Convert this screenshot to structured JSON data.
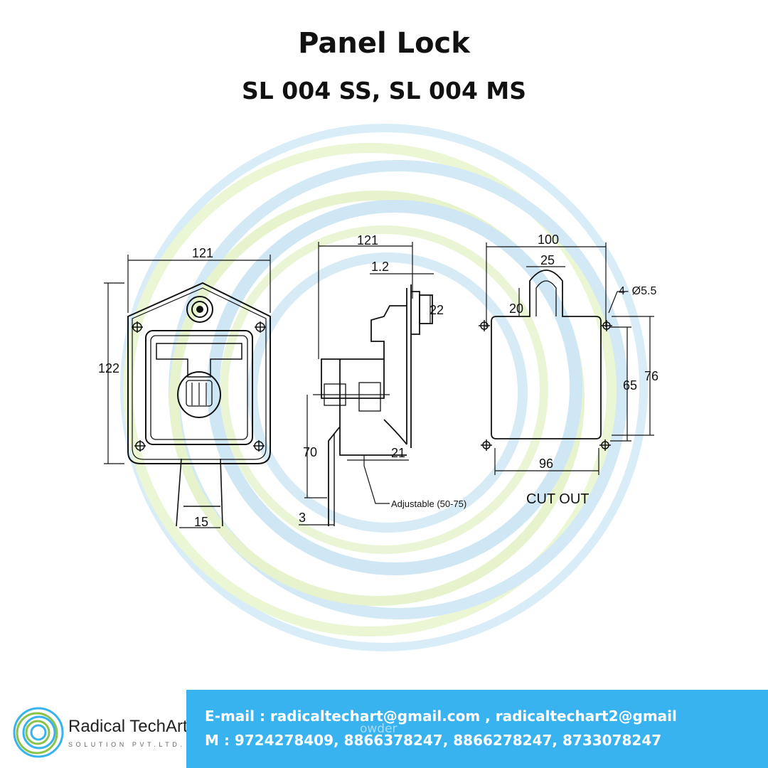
{
  "header": {
    "title": "Panel Lock",
    "subtitle": "SL 004 SS, SL 004 MS"
  },
  "drawing": {
    "front_view": {
      "width": "121",
      "height": "122",
      "handle_width": "15"
    },
    "side_view": {
      "depth": "121",
      "dim_12": "1.2",
      "dim_22": "22",
      "dim_70": "70",
      "dim_21": "21",
      "dim_3": "3",
      "adjustable": "Adjustable (50-75)"
    },
    "cutout_view": {
      "width": "100",
      "slot": "25",
      "slot_depth": "20",
      "holes": "4- Ø5.5",
      "inner_height": "65",
      "outer_height": "76",
      "bottom_width": "96",
      "label": "CUT OUT"
    }
  },
  "footer": {
    "brand_name": "Radical TechArt",
    "brand_tagline": "SOLUTION PVT.LTD.",
    "email": "E-mail : radicaltechart@gmail.com , radicaltechart2@gmail",
    "phone": "M : 9724278409, 8866378247, 8866278247, 8733078247",
    "stray_text": "owder"
  },
  "colors": {
    "contact_bg": "#39b2f0",
    "ring_blue": "#cbe6f5",
    "ring_green": "#e3f2c4",
    "ink": "#111111"
  }
}
